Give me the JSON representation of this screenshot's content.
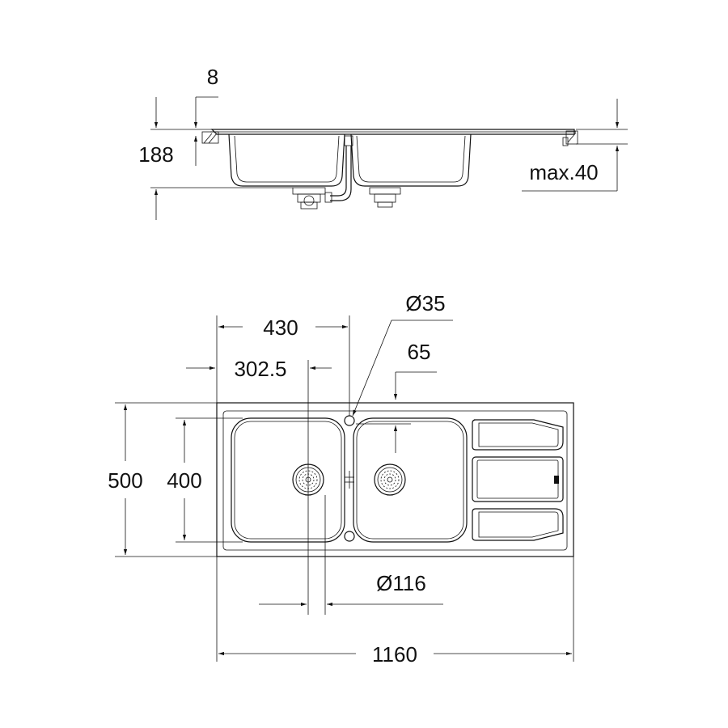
{
  "side_view": {
    "dim_flange": "8",
    "dim_depth": "188",
    "dim_countertop": "max.40"
  },
  "top_view": {
    "dim_hole": "Ø35",
    "dim_width_bowl": "430",
    "dim_offset_65": "65",
    "dim_drain_offset": "302.5",
    "dim_depth_total": "500",
    "dim_depth_inner": "400",
    "dim_drain": "Ø116",
    "dim_length_total": "1160"
  }
}
